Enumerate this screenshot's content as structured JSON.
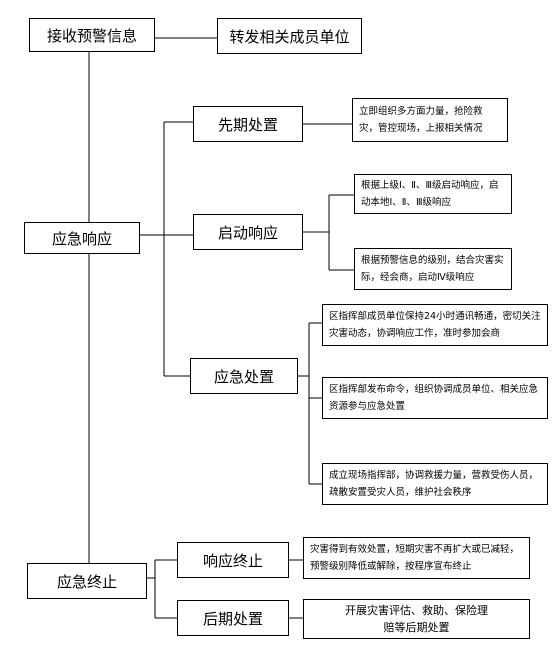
{
  "boxes": {
    "receive_warning": "接收预警信息",
    "forward_members": "转发相关成员单位",
    "emergency_response": "应急响应",
    "initial_handling": "先期处置",
    "initial_handling_detail": "立即组织多方面力量，抢险救灾，管控现场，上报相关情况",
    "start_response": "启动响应",
    "start_response_detail_1": "根据上级Ⅰ、Ⅱ、Ⅲ级启动响应，启动本地Ⅰ、Ⅱ、Ⅲ级响应",
    "start_response_detail_2": "根据预警信息的级别，结合灾害实际，经会商，启动Ⅳ级响应",
    "emergency_handling": "应急处置",
    "emergency_handling_detail_1": "区指挥部成员单位保持24小时通讯畅通，密切关注灾害动态，协调响应工作，准时参加会商",
    "emergency_handling_detail_2": "区指挥部发布命令，组织协调成员单位、相关应急资源参与应急处置",
    "emergency_handling_detail_3": "成立现场指挥部，协调救援力量，营救受伤人员，疏散安置受灾人员，维护社会秩序",
    "emergency_end": "应急终止",
    "response_end": "响应终止",
    "response_end_detail": "灾害得到有效处置，短期灾害不再扩大或已减轻，预警级别降低或解除，按程序宣布终止",
    "post_handling": "后期处置",
    "post_handling_detail": "开展灾害评估、救助、保险理赔等后期处置"
  }
}
